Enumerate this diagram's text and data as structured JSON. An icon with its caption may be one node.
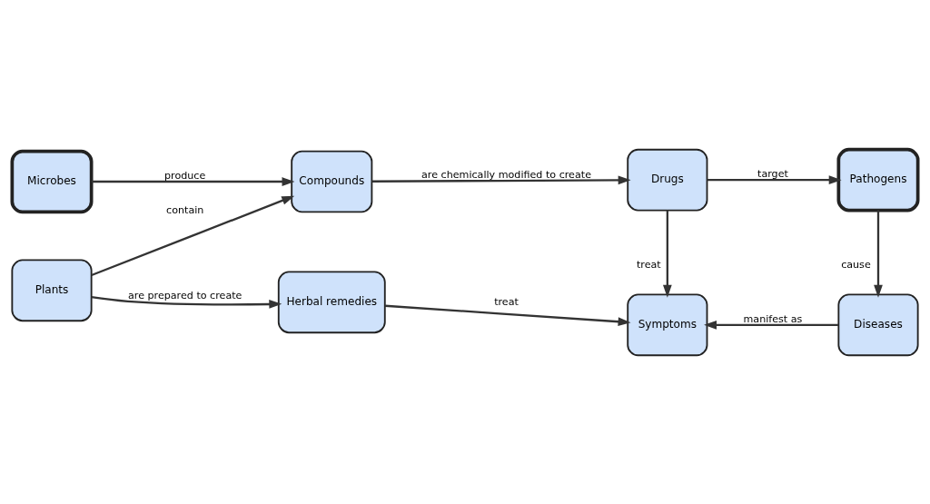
{
  "diagram": {
    "nodes": [
      {
        "text": [
          "Plants"
        ]
      },
      {
        "text": [
          "Herbal remedies"
        ]
      },
      {
        "text": [
          "Symptoms"
        ]
      },
      {
        "text": [
          "Diseases"
        ]
      },
      {
        "text": [
          "Compounds"
        ]
      },
      {
        "text": [
          "Drugs"
        ]
      },
      {
        "text": [
          "Pathogens"
        ]
      },
      {
        "text": [
          "Microbes"
        ]
      }
    ],
    "edges": [
      {
        "from": 0,
        "to": 1,
        "arrow": "to",
        "label": "are prepared to create"
      },
      {
        "from": 1,
        "to": 2,
        "arrow": "to",
        "label": "treat"
      },
      {
        "from": 3,
        "to": 2,
        "arrow": "to",
        "label": "manifest as"
      },
      {
        "from": 0,
        "to": 4,
        "arrow": "to",
        "label": "contain"
      },
      {
        "from": 7,
        "to": 4,
        "arrow": "to",
        "label": "produce"
      },
      {
        "from": 4,
        "to": 5,
        "arrow": "to",
        "label": "are chemically modified to create"
      },
      {
        "from": 5,
        "to": 2,
        "arrow": "to",
        "label": "treat"
      },
      {
        "from": 5,
        "to": 6,
        "arrow": "to",
        "label": "target"
      },
      {
        "from": 6,
        "to": 3,
        "arrow": "to",
        "label": "cause"
      }
    ]
  }
}
